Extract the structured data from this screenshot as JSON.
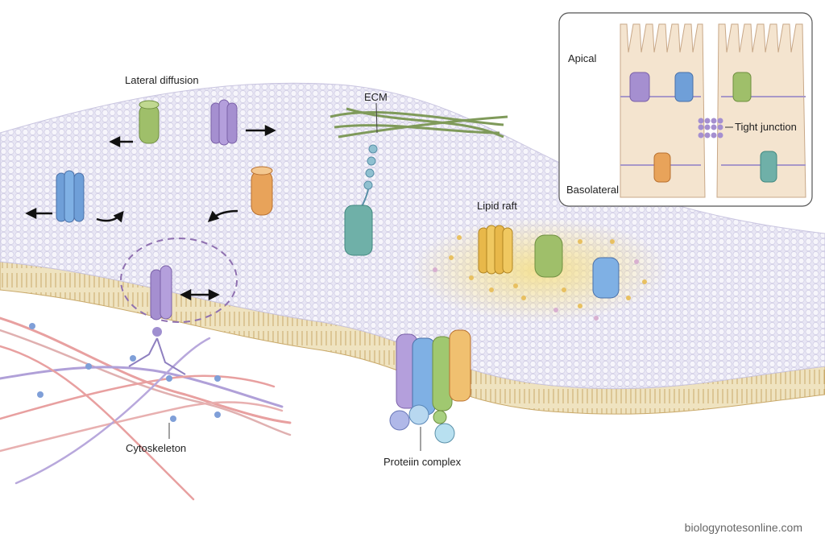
{
  "labels": {
    "lateral_diffusion": "Lateral diffusion",
    "ecm": "ECM",
    "lipid_raft": "Lipid raft",
    "cytoskeleton": "Cytoskeleton",
    "protein_complex": "Proteiin complex"
  },
  "inset": {
    "apical": "Apical",
    "tight_junction": "Tight junction",
    "basolateral": "Basolateral"
  },
  "watermark": "biologynotesonline.com",
  "colors": {
    "membrane_top": "#e6e4f2",
    "membrane_edge": "#e8d6a8",
    "blue_protein": "#6f9fd8",
    "purple_protein": "#a58fd0",
    "green_protein": "#9fbf6a",
    "orange_protein": "#e8a35a",
    "teal_protein": "#6fb0a8",
    "yellow_raft": "#e8b84a",
    "ecm_green": "#7f9a5a",
    "cytoskeleton_red": "#e8a0a0",
    "cytoskeleton_purple": "#b0a0d8"
  }
}
